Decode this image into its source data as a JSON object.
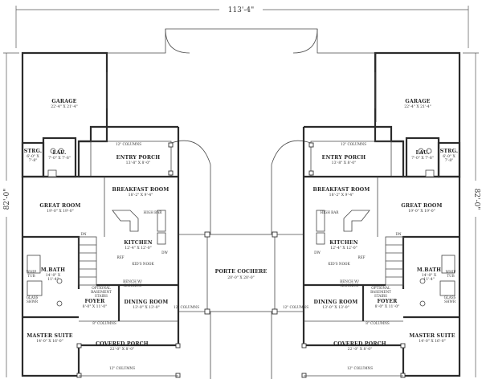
{
  "dimensions": {
    "width": "113'-4\"",
    "depth": "82'-0\""
  },
  "porte_cochere": {
    "name": "PORTE COCHERE",
    "size": "20'-0\" X 20'-0\""
  },
  "left_unit": {
    "garage": {
      "name": "GARAGE",
      "size": "22'-4\" X 21'-4\""
    },
    "storage": {
      "name": "STRG.",
      "size": "6'-0\" X",
      "size2": "7'-8\""
    },
    "laundry": {
      "name": "LAU.",
      "size": "7'-0\" X 7'-8\""
    },
    "entry_porch": {
      "name": "ENTRY PORCH",
      "size": "13'-8\" X 8'-0\""
    },
    "great_room": {
      "name": "GREAT ROOM",
      "size": "19'-0\" X 19'-0\""
    },
    "breakfast": {
      "name": "BREAKFAST ROOM",
      "size": "18'-2\" X 9'-4\""
    },
    "kitchen": {
      "name": "KITCHEN",
      "size": "12'-4\" X 12'-0\""
    },
    "master_bath": {
      "name": "M.BATH",
      "size": "14'-0\" X",
      "size2": "11'-4\""
    },
    "foyer": {
      "name": "FOYER",
      "size": "8'-0\" X 11'-0\""
    },
    "dining": {
      "name": "DINING ROOM",
      "size": "13'-0\" X 13'-0\""
    },
    "master_suite": {
      "name": "MASTER SUITE",
      "size": "14'-0\" X 16'-0\""
    },
    "covered_porch": {
      "name": "COVERED PORCH",
      "size": "22'-0\" X 8'-0\""
    }
  },
  "right_unit": {
    "garage": {
      "name": "GARAGE",
      "size": "22'-4\" X 21'-4\""
    },
    "storage": {
      "name": "STRG.",
      "size": "6'-0\" X",
      "size2": "7'-8\""
    },
    "laundry": {
      "name": "LAU.",
      "size": "7'-0\" X 7'-8\""
    },
    "entry_porch": {
      "name": "ENTRY PORCH",
      "size": "13'-8\" X 8'-0\""
    },
    "great_room": {
      "name": "GREAT ROOM",
      "size": "19'-0\" X 19'-0\""
    },
    "breakfast": {
      "name": "BREAKFAST ROOM",
      "size": "18'-2\" X 9'-4\""
    },
    "kitchen": {
      "name": "KITCHEN",
      "size": "12'-4\" X 12'-0\""
    },
    "master_bath": {
      "name": "M.BATH",
      "size": "14'-0\" X",
      "size2": "11'-4\""
    },
    "foyer": {
      "name": "FOYER",
      "size": "8'-0\" X 11'-0\""
    },
    "dining": {
      "name": "DINING ROOM",
      "size": "13'-0\" X 13'-0\""
    },
    "master_suite": {
      "name": "MASTER SUITE",
      "size": "14'-0\" X 16'-0\""
    },
    "covered_porch": {
      "name": "COVERED PORCH",
      "size": "22'-0\" X 8'-0\""
    }
  },
  "notes": {
    "columns_12": "12\" COLUMNS",
    "columns_8": "8\" COLUMNS",
    "high_bar": "HIGH BAR",
    "ref": "REF",
    "dw": "DW",
    "kids_nook": "KID'S NOOK",
    "bench": "BENCH W/",
    "hanging": "HANGING",
    "optional": "OPTIONAL",
    "basement": "BASEMENT",
    "stairs": "STAIRS",
    "whip": "WHIP",
    "tub": "TUB",
    "glass": "GLASS",
    "shwr": "SHWR",
    "dn": "DN"
  }
}
